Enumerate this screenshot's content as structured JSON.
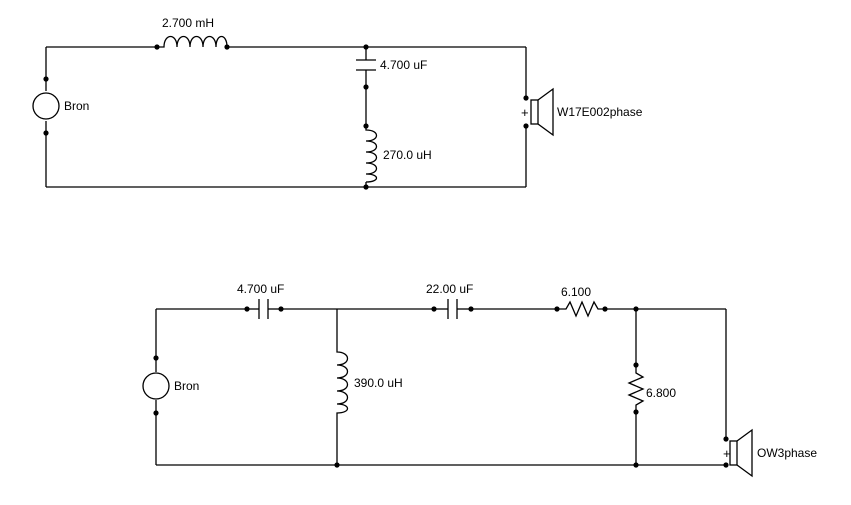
{
  "circuit_top": {
    "source": {
      "label": "Bron"
    },
    "series_inductor": {
      "value": "2.700 mH"
    },
    "shunt_capacitor": {
      "value": "4.700 uF"
    },
    "shunt_inductor": {
      "value": "270.0 uH"
    },
    "speaker": {
      "label": "W17E002phase",
      "polarity": "+"
    }
  },
  "circuit_bottom": {
    "source": {
      "label": "Bron"
    },
    "series_capacitor_1": {
      "value": "4.700 uF"
    },
    "shunt_inductor": {
      "value": "390.0 uH"
    },
    "series_capacitor_2": {
      "value": "22.00 uF"
    },
    "series_resistor": {
      "value": "6.100"
    },
    "shunt_resistor": {
      "value": "6.800"
    },
    "speaker": {
      "label": "OW3phase",
      "polarity": "+"
    }
  }
}
